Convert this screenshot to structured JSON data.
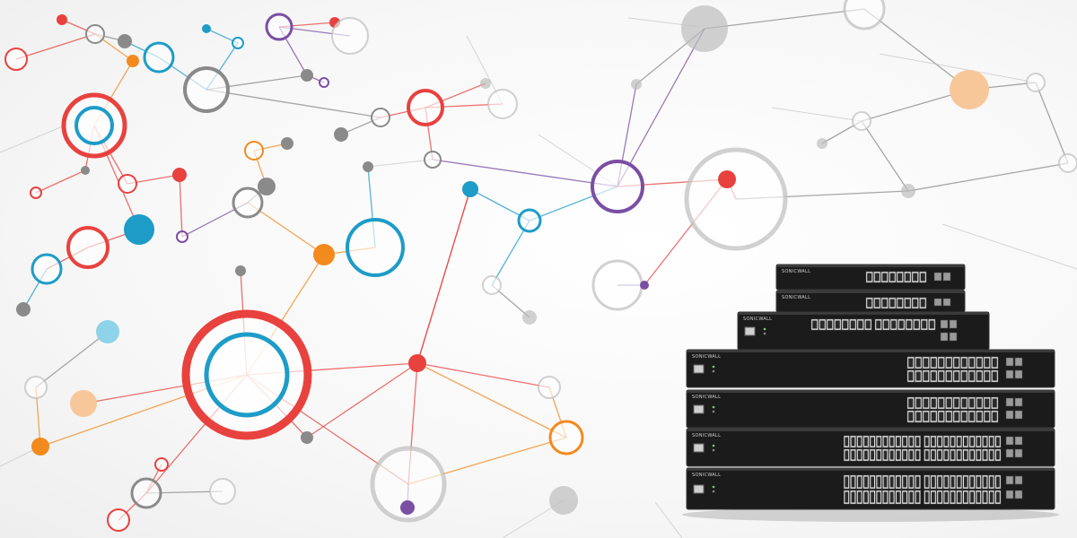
{
  "scene": {
    "subject": "network-switch-stack",
    "switch_units": [
      {
        "ports": 8,
        "uplinks": 2
      },
      {
        "ports": 8,
        "uplinks": 2
      },
      {
        "ports": 16,
        "uplinks": 4
      },
      {
        "ports": 24,
        "uplinks": 4
      },
      {
        "ports": 24,
        "uplinks": 4
      },
      {
        "ports": 48,
        "uplinks": 4
      },
      {
        "ports": 48,
        "uplinks": 4
      }
    ]
  },
  "branding": {
    "switch_label": "SONICWALL"
  },
  "colors": {
    "red": "#e8423f",
    "blue": "#1d9cc8",
    "purple": "#7a4fa3",
    "orange": "#f28a1e",
    "peach": "#f7c79a",
    "light_blue": "#8fd3ea",
    "gray": "#bdbdbd",
    "dark_gray": "#8a8a8a",
    "switch_body": "#1b1b1b"
  }
}
